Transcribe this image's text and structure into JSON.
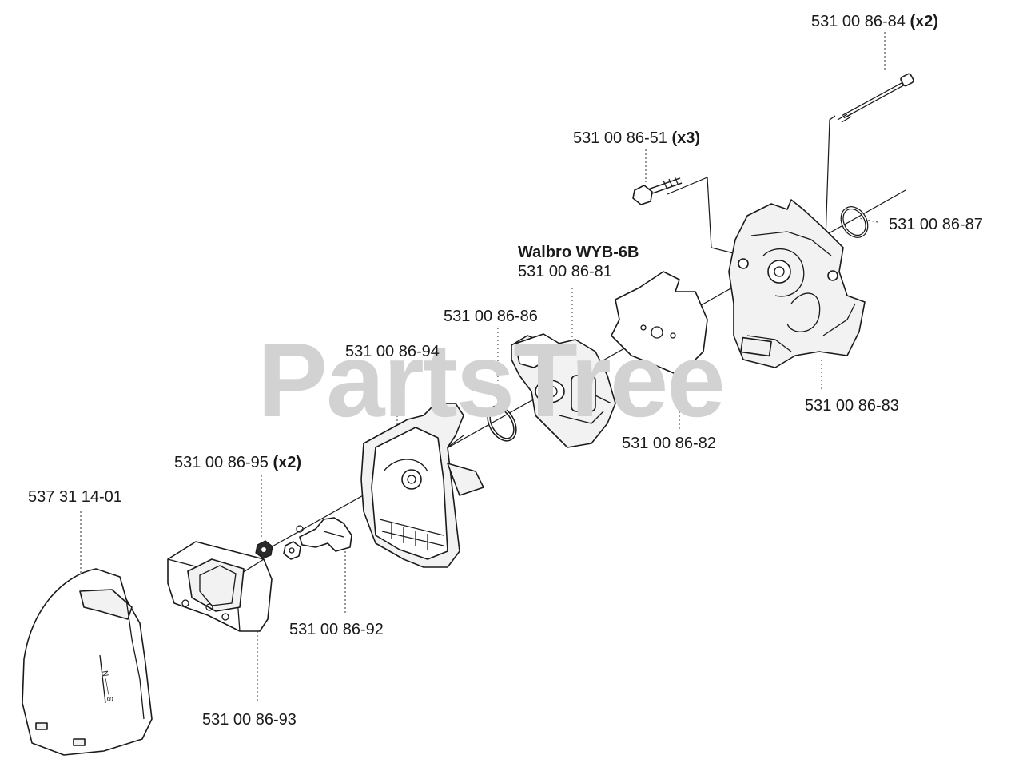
{
  "watermark": "PartsTree",
  "parts": [
    {
      "id": "bolt-long",
      "number": "531 00 86-84",
      "qty": "(x2)"
    },
    {
      "id": "bolt-short",
      "number": "531 00 86-51",
      "qty": "(x3)"
    },
    {
      "id": "oring-small",
      "number": "531 00 86-87",
      "qty": ""
    },
    {
      "id": "carb-model",
      "number": "Walbro WYB-6B",
      "qty": ""
    },
    {
      "id": "carburetor",
      "number": "531 00 86-81",
      "qty": ""
    },
    {
      "id": "oring-carb",
      "number": "531 00 86-86",
      "qty": ""
    },
    {
      "id": "air-filter-housing",
      "number": "531 00 86-94",
      "qty": ""
    },
    {
      "id": "intake-manifold",
      "number": "531 00 86-83",
      "qty": ""
    },
    {
      "id": "gasket",
      "number": "531 00 86-82",
      "qty": ""
    },
    {
      "id": "nut",
      "number": "531 00 86-95",
      "qty": "(x2)"
    },
    {
      "id": "cover",
      "number": "537 31 14-01",
      "qty": ""
    },
    {
      "id": "bracket",
      "number": "531 00 86-92",
      "qty": ""
    },
    {
      "id": "air-filter",
      "number": "531 00 86-93",
      "qty": ""
    }
  ]
}
